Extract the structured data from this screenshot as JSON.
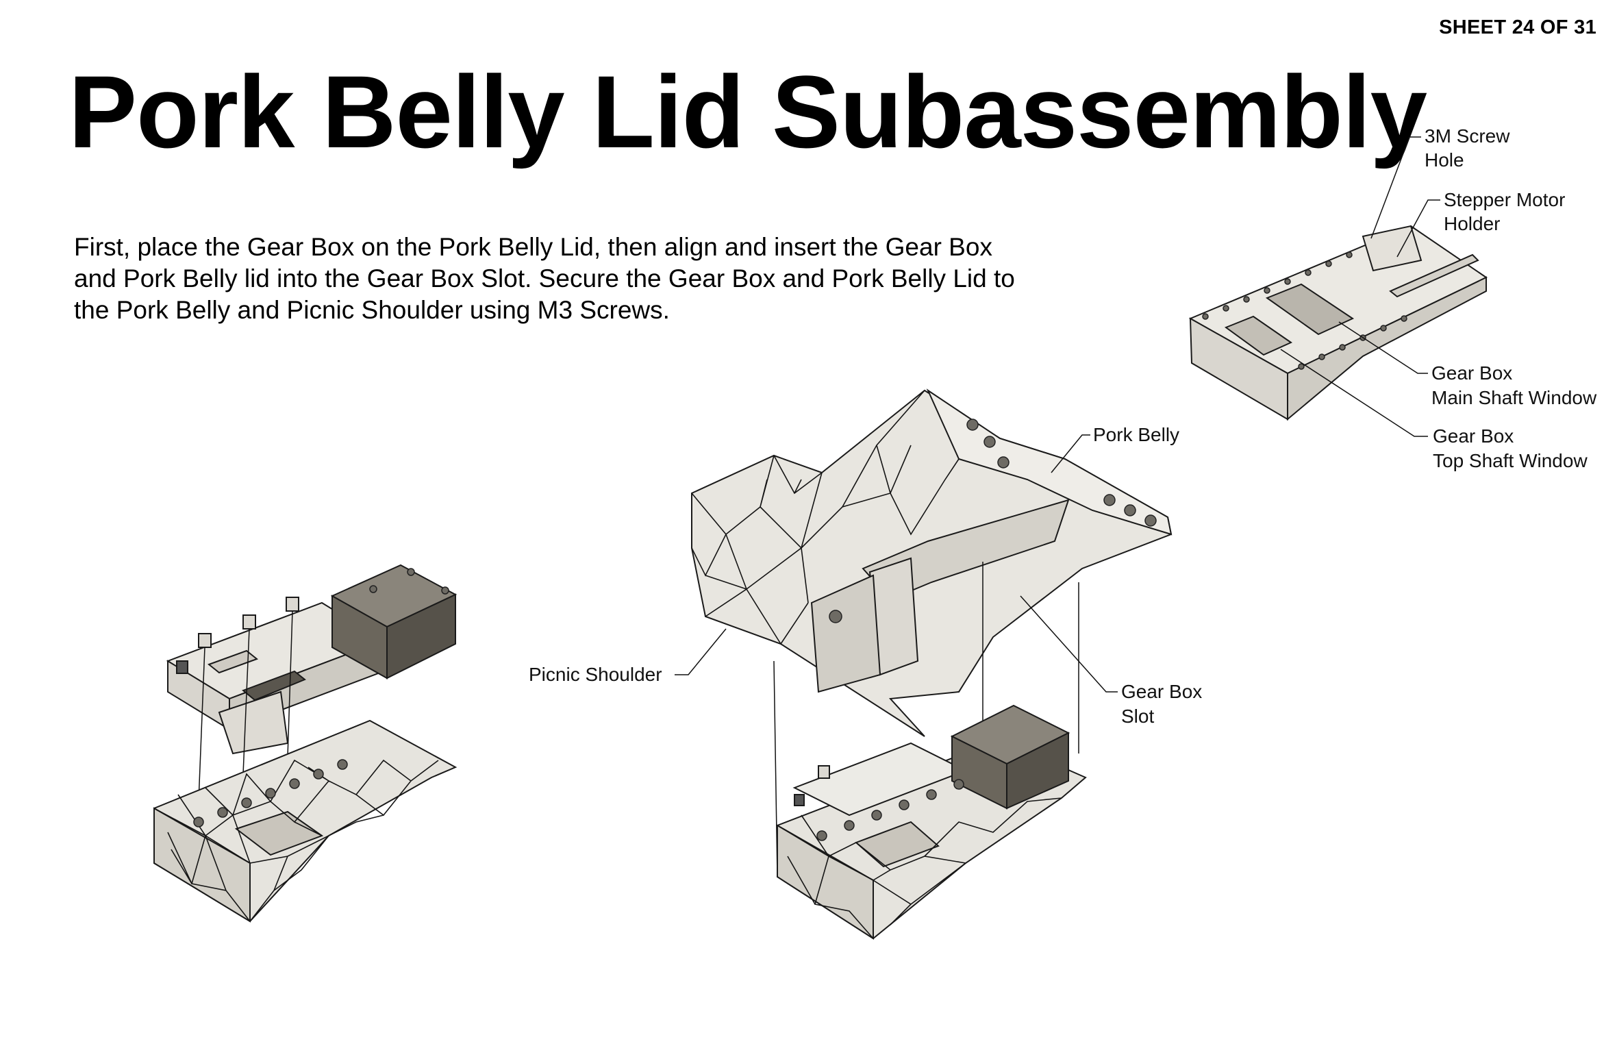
{
  "sheet": {
    "number_label": "SHEET 24 OF 31"
  },
  "title": "Pork Belly Lid Subassembly",
  "instructions": "First, place the Gear Box on the Pork Belly Lid, then align and insert the Gear Box and Pork Belly lid into the Gear Box Slot. Secure the Gear Box and Pork Belly Lid to the Pork Belly and Picnic Shoulder using M3 Screws.",
  "callouts": {
    "screw_hole": [
      "3M Screw",
      "Hole"
    ],
    "stepper_holder": [
      "Stepper Motor",
      "Holder"
    ],
    "main_shaft_window": [
      "Gear Box",
      "Main Shaft Window"
    ],
    "top_shaft_window": [
      "Gear Box",
      "Top Shaft Window"
    ],
    "pork_belly": [
      "Pork Belly"
    ],
    "picnic_shoulder": [
      "Picnic Shoulder"
    ],
    "gear_box_slot": [
      "Gear Box",
      "Slot"
    ]
  },
  "colors": {
    "part_fill": "#ebe9e3",
    "part_shade": "#d6d3cb",
    "motor_fill": "#6b665c",
    "line": "#111111"
  }
}
